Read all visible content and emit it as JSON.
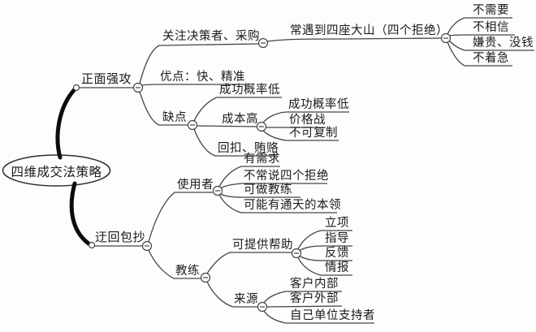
{
  "colors": {
    "background": "#fdfdfd",
    "line": "#454545",
    "thick_branch": "#0c0c0c",
    "text": "#1a1a1a"
  },
  "mindmap": {
    "root": {
      "label": "四维成交法策略"
    },
    "branches": [
      {
        "label": "正面强攻",
        "children": [
          {
            "label": "关注决策者、采购",
            "children": [
              {
                "label": "常遇到四座大山（四个拒绝）",
                "children": [
                  {
                    "label": "不需要"
                  },
                  {
                    "label": "不相信"
                  },
                  {
                    "label": "嫌贵、没钱"
                  },
                  {
                    "label": "不着急"
                  }
                ]
              }
            ]
          },
          {
            "label": "优点：快、精准"
          },
          {
            "label": "缺点",
            "children": [
              {
                "label": "成功概率低"
              },
              {
                "label": "成本高",
                "children": [
                  {
                    "label": "成功概率低"
                  },
                  {
                    "label": "价格战"
                  },
                  {
                    "label": "不可复制"
                  }
                ]
              },
              {
                "label": "回扣、贿赂"
              }
            ]
          }
        ]
      },
      {
        "label": "迂回包抄",
        "children": [
          {
            "label": "使用者",
            "children": [
              {
                "label": "有需求"
              },
              {
                "label": "不常说四个拒绝"
              },
              {
                "label": "可做教练"
              },
              {
                "label": "可能有通天的本领"
              }
            ]
          },
          {
            "label": "教练",
            "children": [
              {
                "label": "可提供帮助",
                "children": [
                  {
                    "label": "立项"
                  },
                  {
                    "label": "指导"
                  },
                  {
                    "label": "反馈"
                  },
                  {
                    "label": "情报"
                  }
                ]
              },
              {
                "label": "来源",
                "children": [
                  {
                    "label": "客户内部"
                  },
                  {
                    "label": "客户外部"
                  },
                  {
                    "label": "自己单位支持者"
                  }
                ]
              }
            ]
          }
        ]
      }
    ]
  }
}
